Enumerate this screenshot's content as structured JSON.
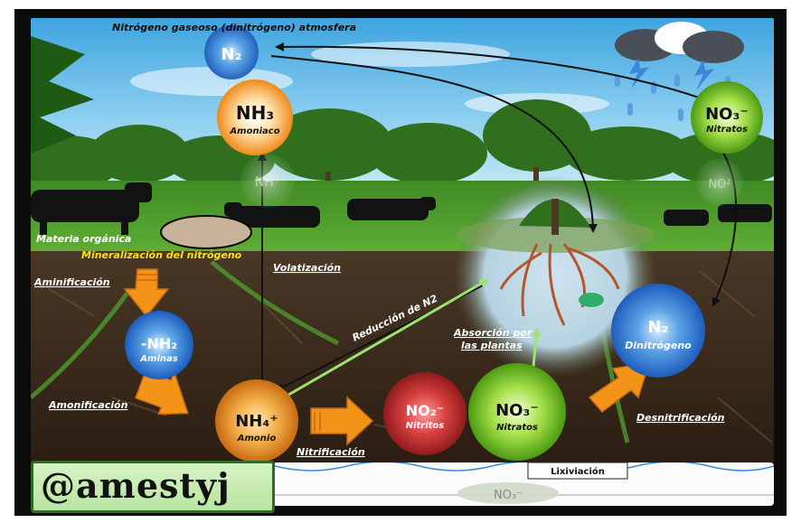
{
  "labels": {
    "atmosphere": "Nitrógeno gaseoso (dinitrógeno) atmosfera",
    "organic_matter": "Materia orgánica",
    "mineralization": "Mineralización del nitrógeno",
    "aminification": "Aminificación",
    "ammonification": "Amonificación",
    "volatilization": "Volatización",
    "n2_reduction": "Reducción de N2",
    "plant_uptake_line1": "Absorción por",
    "plant_uptake_line2": "las plantas",
    "nitrification": "Nitrificación",
    "denitrification": "Desnitrificación",
    "leaching": "Lixiviación"
  },
  "nodes": {
    "n2_top": {
      "formula": "N₂",
      "reflection": "N₂"
    },
    "nh3": {
      "formula": "NH₃",
      "name": "Amoniaco"
    },
    "nh4_ghost": {
      "formula": "NH⁺"
    },
    "no3_rain": {
      "formula": "NO₃⁻",
      "name": "Nitratos"
    },
    "no2_ghost": {
      "formula": "NO²"
    },
    "nh2": {
      "formula": "-NH₂",
      "name": "Aminas"
    },
    "nh4": {
      "formula": "NH₄⁺",
      "name": "Amonio"
    },
    "no2": {
      "formula": "NO₂⁻",
      "name": "Nitritos"
    },
    "no3": {
      "formula": "NO₃⁻",
      "name": "Nitratos"
    },
    "n2_soil": {
      "formula": "N₂",
      "name": "Dinitrógeno"
    },
    "no3_leach": {
      "formula": "NO₃⁻"
    }
  },
  "brand": {
    "handle": "@amestyj"
  },
  "colors": {
    "sky": "#5fb6e6",
    "grass": "#4f9a2c",
    "soil": "#3a2a1c",
    "arrow_orange": "#f39419",
    "label_yellow": "#f6e31a",
    "line_green": "#7ed957",
    "blue_badge": "#3c86d8",
    "orange_badge": "#f0a02a",
    "red_badge": "#d43a3a",
    "green_badge": "#7ccc2a"
  }
}
